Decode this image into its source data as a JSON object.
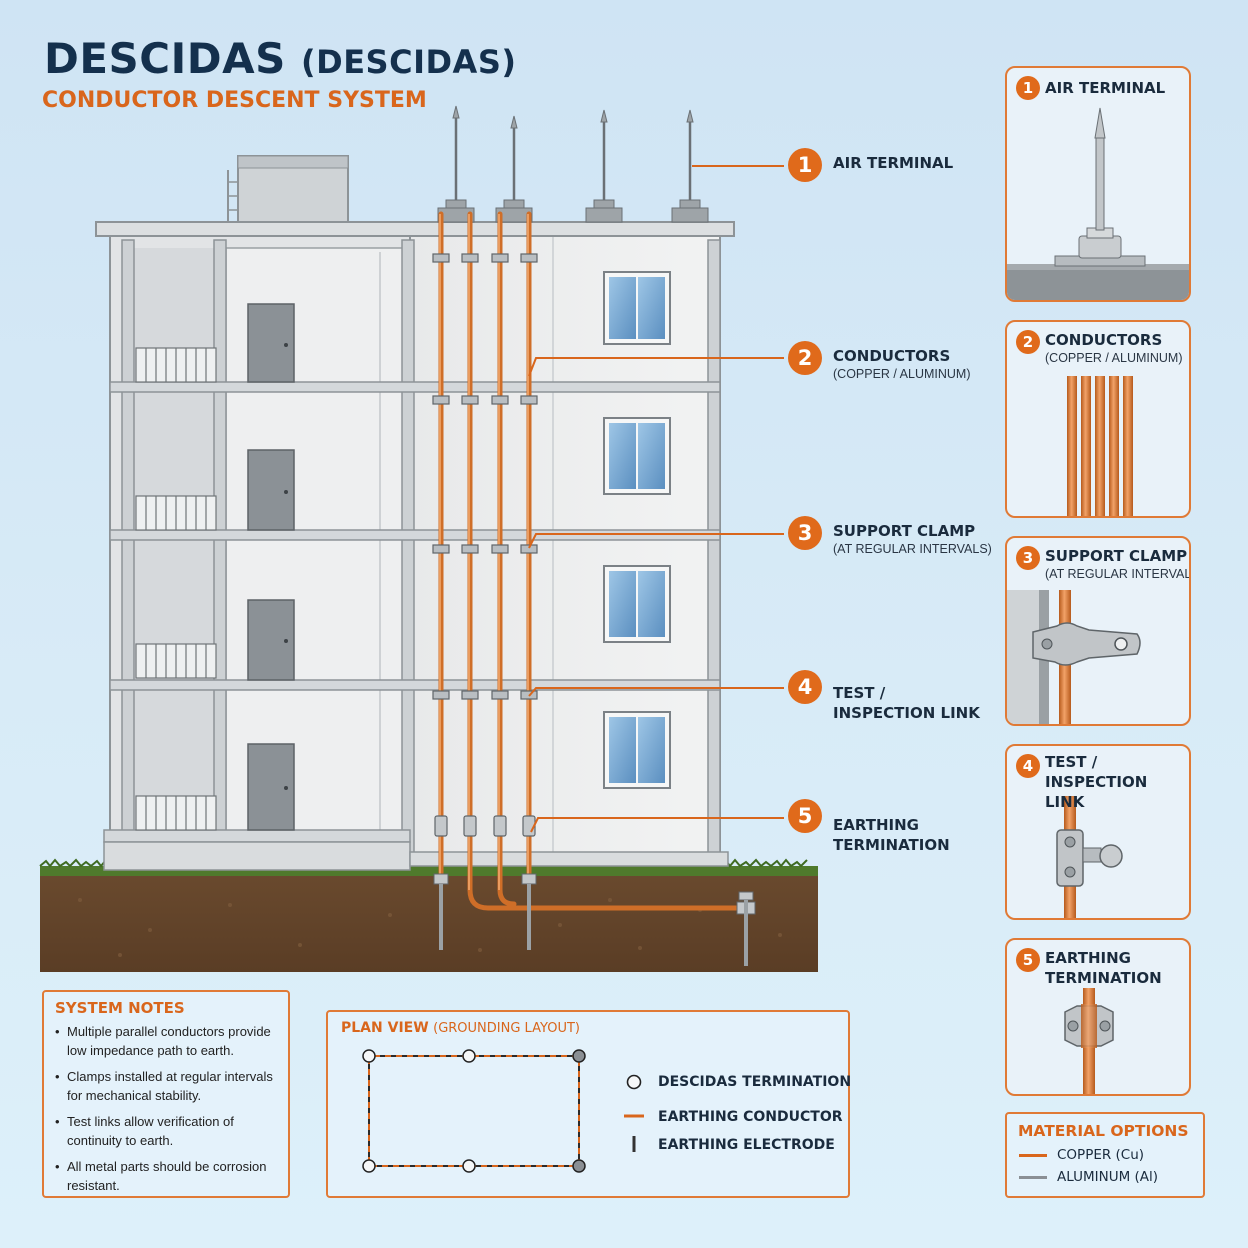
{
  "header": {
    "title": "DESCIDAS",
    "title_paren": "(DESCIDAS)",
    "subtitle": "CONDUCTOR DESCENT SYSTEM"
  },
  "callouts": [
    {
      "number": "1",
      "name": "AIR TERMINAL",
      "sub": ""
    },
    {
      "number": "2",
      "name": "CONDUCTORS",
      "sub": "(COPPER / ALUMINUM)"
    },
    {
      "number": "3",
      "name": "SUPPORT CLAMP",
      "sub": "(AT REGULAR INTERVALS)"
    },
    {
      "number": "4",
      "name": "TEST /\nINSPECTION LINK",
      "sub": ""
    },
    {
      "number": "5",
      "name": "EARTHING\nTERMINATION",
      "sub": ""
    }
  ],
  "panels": [
    {
      "number": "1",
      "name": "AIR TERMINAL",
      "sub": ""
    },
    {
      "number": "2",
      "name": "CONDUCTORS",
      "sub": "(COPPER / ALUMINUM)"
    },
    {
      "number": "3",
      "name": "SUPPORT CLAMP",
      "sub": "(AT REGULAR INTERVALS)"
    },
    {
      "number": "4",
      "name": "TEST /\nINSPECTION LINK",
      "sub": ""
    },
    {
      "number": "5",
      "name": "EARTHING\nTERMINATION",
      "sub": ""
    }
  ],
  "system_notes": {
    "title": "SYSTEM NOTES",
    "items": [
      "Multiple parallel conductors provide low impedance path to earth.",
      "Clamps installed at regular intervals for mechanical stability.",
      "Test links allow verification of continuity to earth.",
      "All metal parts should be corrosion resistant."
    ]
  },
  "plan_view": {
    "title": "PLAN VIEW",
    "title_paren": "(GROUNDING LAYOUT)",
    "legend": [
      {
        "symbol": "circle-icon",
        "label": "DESCIDAS  TERMINATION"
      },
      {
        "symbol": "orange-line-icon",
        "label": "EARTHING CONDUCTOR"
      },
      {
        "symbol": "electrode-bar-icon",
        "label": "EARTHING ELECTRODE"
      }
    ]
  },
  "material_options": {
    "title": "MATERIAL OPTIONS",
    "items": [
      {
        "label": "COPPER (Cu)",
        "color": "#d9661c"
      },
      {
        "label": "ALUMINUM (Al)",
        "color": "#8a8f94"
      }
    ]
  },
  "colors": {
    "accent_orange": "#e06a1b",
    "copper": "#d97a33",
    "navy": "#14304d",
    "sky": "#d3e8f6"
  }
}
